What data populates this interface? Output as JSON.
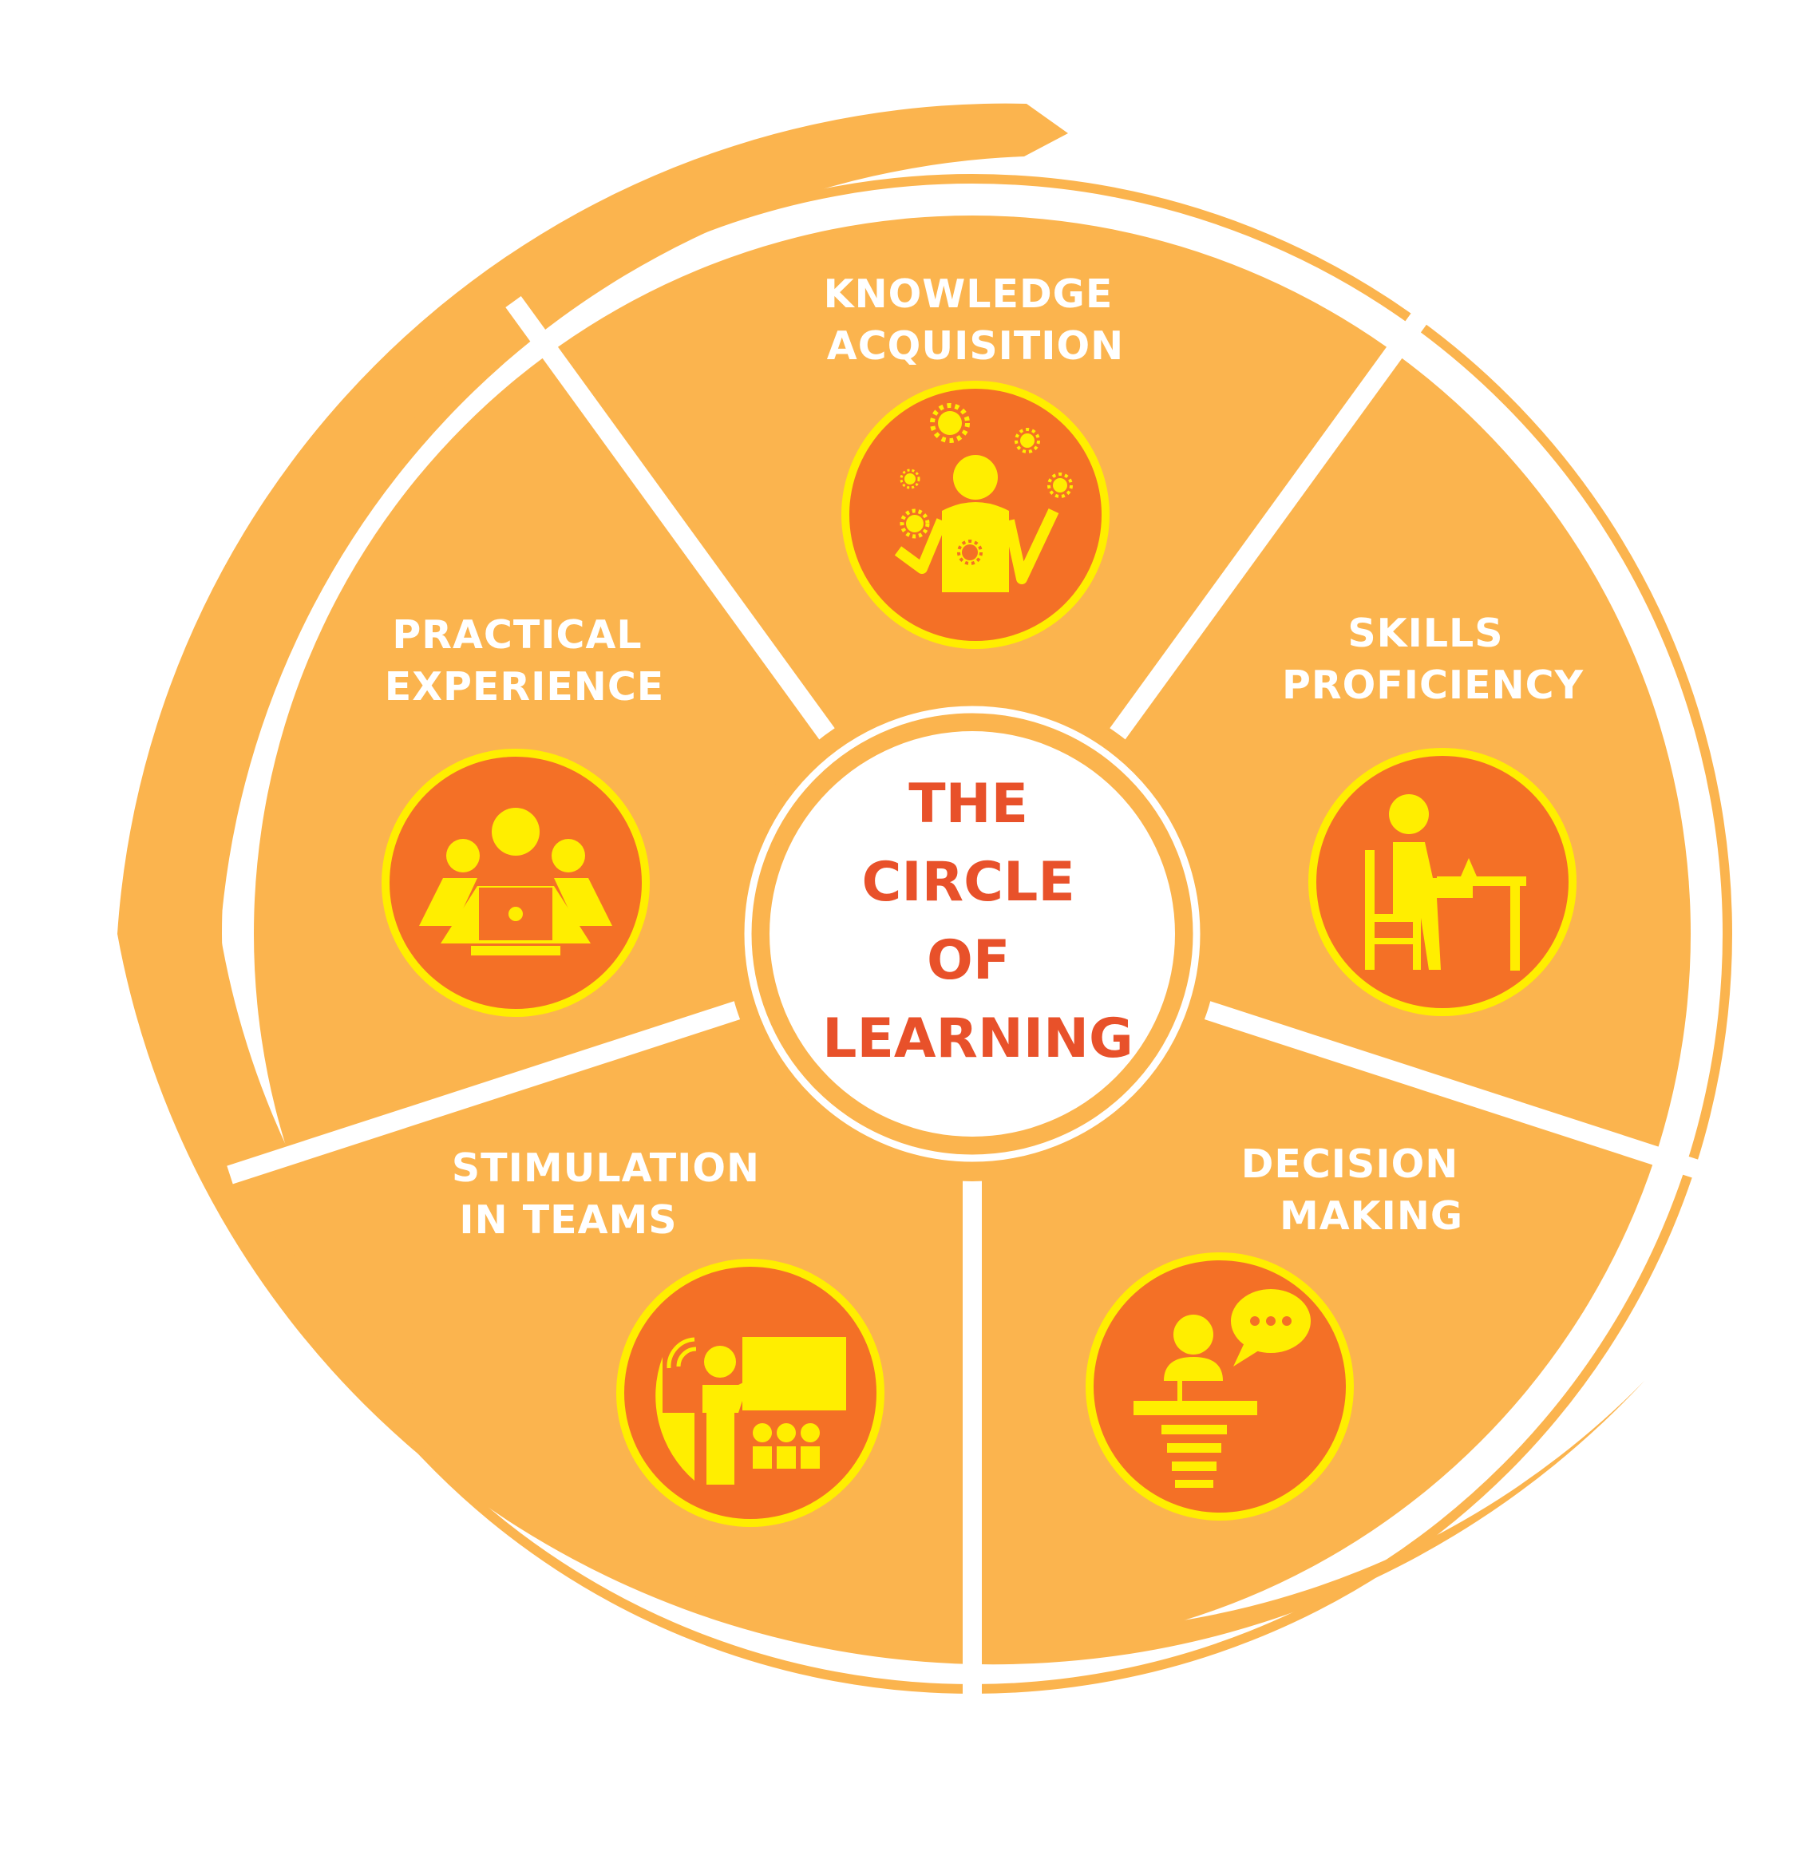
{
  "title_lines": [
    "THE",
    "CIRCLE",
    "OF",
    "LEARNING"
  ],
  "segments": [
    {
      "lines": [
        "KNOWLEDGE",
        "ACQUISITION"
      ],
      "icon": "juggling-person-gears-icon"
    },
    {
      "lines": [
        "SKILLS",
        "PROFICIENCY"
      ],
      "icon": "person-at-desk-icon"
    },
    {
      "lines": [
        "DECISION",
        "MAKING"
      ],
      "icon": "speaker-at-podium-icon"
    },
    {
      "lines": [
        "STIMULATION",
        "IN TEAMS"
      ],
      "icon": "presenter-with-audience-icon"
    },
    {
      "lines": [
        "PRACTICAL",
        "EXPERIENCE"
      ],
      "icon": "team-at-laptop-icon"
    }
  ],
  "colors": {
    "wheel": "#FBB44E",
    "icon_circle": "#F47026",
    "icon_glyph": "#FFEE00",
    "title": "#E8512A",
    "label": "#FFFFFF"
  }
}
